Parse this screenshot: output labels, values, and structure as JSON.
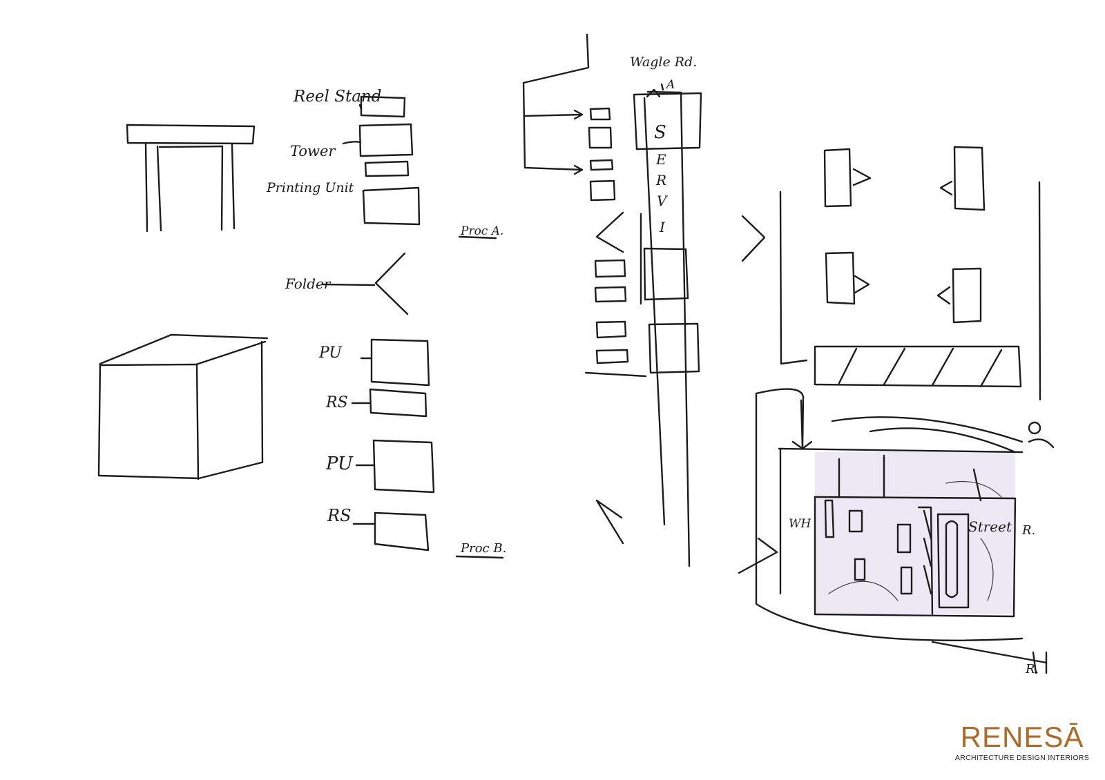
{
  "labels": {
    "reel_stand": "Reel Stand",
    "tower": "Tower",
    "printing_unit": "Printing Unit",
    "process_a": "Proc A.",
    "folder": "Folder",
    "pu_1": "PU",
    "rs_1": "RS",
    "pu_2": "PU",
    "rs_2": "RS",
    "process_b": "Proc B.",
    "road_top": "Wagle Rd.",
    "road_top_sub": "A",
    "service_letters": [
      "S",
      "E",
      "R",
      "V",
      "I"
    ],
    "wh_label": "WH",
    "street_label": "Street",
    "street_suffix": "R.",
    "road_bottom": "R."
  },
  "brand": {
    "name": "RENESĀ",
    "tagline": "ARCHITECTURE DESIGN INTERIORS",
    "color": "#b06a27"
  }
}
